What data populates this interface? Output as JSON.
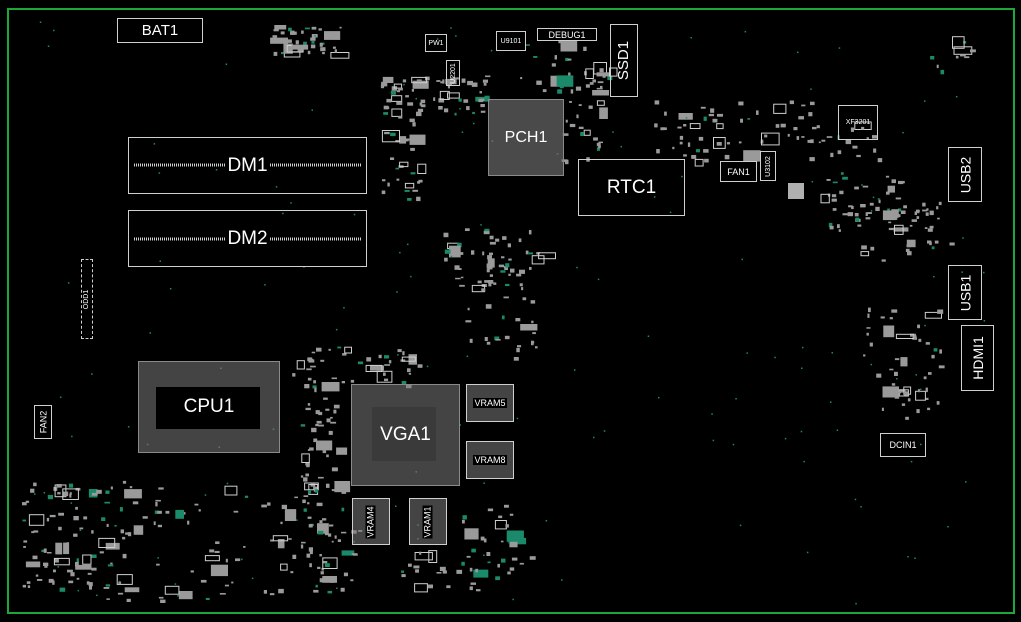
{
  "board": {
    "outline_color": "#1aa83a",
    "silk_color": "#cfcfcf",
    "label_color": "#ffffff",
    "pad_color": "#9a9a9a",
    "accent_pad_color": "#1b8a6b"
  },
  "components": {
    "bat1": "BAT1",
    "pw1": "PW1",
    "u9101": "U9101",
    "debug1": "DEBUG1",
    "ssd1": "SSD1",
    "u2201": "U2201",
    "pch1": "PCH1",
    "xf3201": "XF3201",
    "dm1": "DM1",
    "dm2": "DM2",
    "rtc1": "RTC1",
    "fan1": "FAN1",
    "u3102": "U3102",
    "usb2": "USB2",
    "usb1": "USB1",
    "odd1": "ODD1",
    "hdmi1": "HDMI1",
    "cpu1": "CPU1",
    "vga1": "VGA1",
    "vram5": "VRAM5",
    "vram8": "VRAM8",
    "vram4": "VRAM4",
    "vram1": "VRAM1",
    "fan2": "FAN2",
    "dcin1": "DCIN1"
  }
}
